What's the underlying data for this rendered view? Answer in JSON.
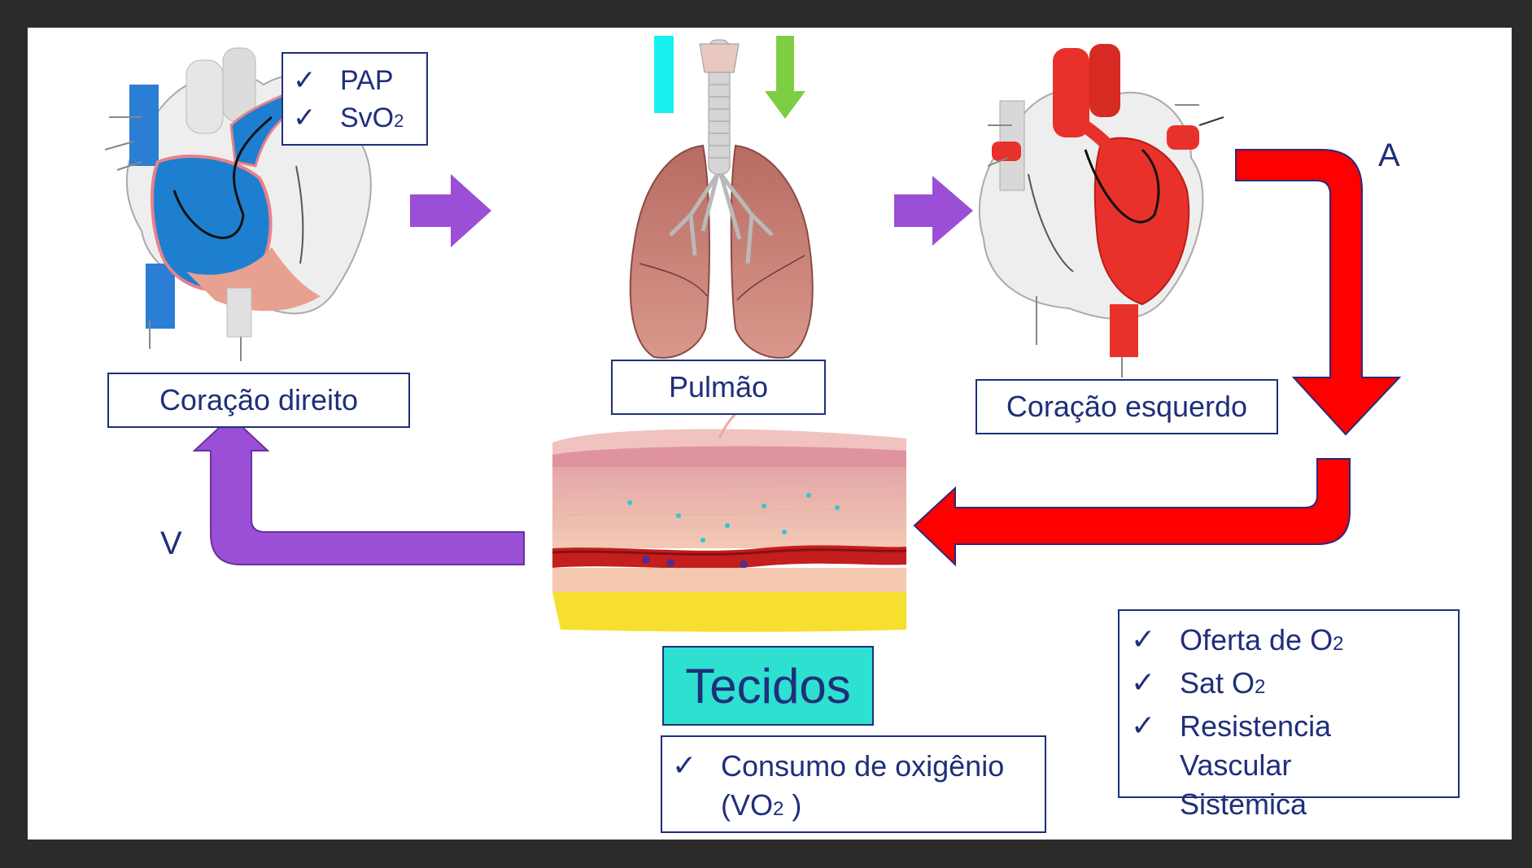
{
  "colors": {
    "background": "#ffffff",
    "frame": "#2b2b2b",
    "text_navy": "#1f2f7a",
    "purple_arrow": "#9a4fd6",
    "red_arrow": "#ff0000",
    "cyan_bar": "#18f0f0",
    "green_arrow": "#7dce43",
    "tecidos_fill": "#2ee0cf",
    "venous_blue": "#1e7fd0",
    "arterial_red": "#e8312a",
    "lung_pink": "#c97a70"
  },
  "right_heart": {
    "label": "Coração direito",
    "icon": "right-heart-icon",
    "measures": [
      {
        "text": "PAP",
        "sub": ""
      },
      {
        "text": "SvO",
        "sub": "2"
      }
    ]
  },
  "lungs": {
    "label": "Pulmão",
    "icon": "lungs-icon"
  },
  "left_heart": {
    "label": "Coração esquerdo",
    "icon": "left-heart-icon"
  },
  "tissues": {
    "label": "Tecidos",
    "icon": "tissue-section-icon"
  },
  "flow_labels": {
    "arterial": "A",
    "venous": "V"
  },
  "consumption": {
    "items": [
      {
        "text": "Consumo de oxigênio",
        "cont": "(VO",
        "sub": "2",
        "post": " )"
      }
    ]
  },
  "delivery": {
    "items": [
      {
        "text": "Oferta de O",
        "sub": "2"
      },
      {
        "text": "Sat O",
        "sub": "2"
      },
      {
        "text": "Resistencia",
        "cont1": "Vascular",
        "cont2": "Sistemica"
      }
    ]
  },
  "check_symbol": "✓"
}
